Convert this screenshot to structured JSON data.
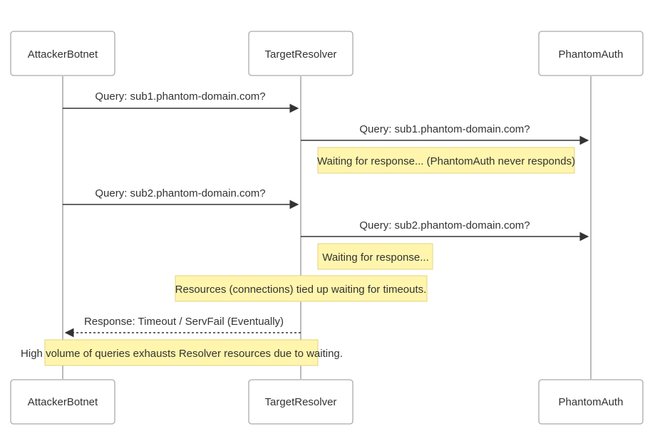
{
  "actors": [
    {
      "id": "a1",
      "name": "AttackerBotnet"
    },
    {
      "id": "a2",
      "name": "TargetResolver"
    },
    {
      "id": "a3",
      "name": "PhantomAuth"
    }
  ],
  "messages": [
    {
      "label": "Query: sub1.phantom-domain.com?",
      "from": "AttackerBotnet",
      "to": "TargetResolver",
      "style": "solid"
    },
    {
      "label": "Query: sub1.phantom-domain.com?",
      "from": "TargetResolver",
      "to": "PhantomAuth",
      "style": "solid"
    },
    {
      "label": "Query: sub2.phantom-domain.com?",
      "from": "AttackerBotnet",
      "to": "TargetResolver",
      "style": "solid"
    },
    {
      "label": "Query: sub2.phantom-domain.com?",
      "from": "TargetResolver",
      "to": "PhantomAuth",
      "style": "solid"
    },
    {
      "label": "Response: Timeout / ServFail (Eventually)",
      "from": "TargetResolver",
      "to": "AttackerBotnet",
      "style": "dotted"
    }
  ],
  "notes": [
    {
      "text": "Waiting for response... (PhantomAuth never responds)"
    },
    {
      "text": "Waiting for response..."
    },
    {
      "text": "Resources (connections) tied up waiting for timeouts."
    },
    {
      "text": "High volume of queries exhausts Resolver resources due to waiting."
    }
  ],
  "colors": {
    "note_fill": "#fff5ad",
    "note_border": "#e6d280",
    "actor_border": "#aaaaaa",
    "line": "#333333"
  }
}
